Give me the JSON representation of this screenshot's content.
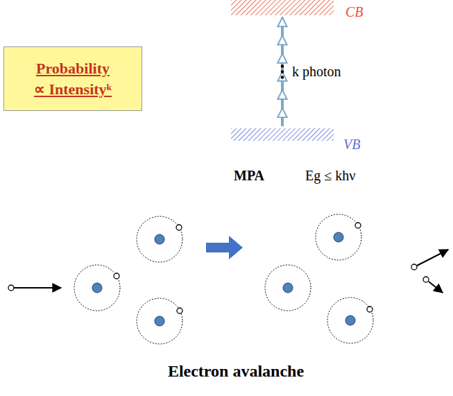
{
  "diagram": {
    "nodes": [
      {
        "text": [
          "Probability ∝ Intensityᵏ"
        ]
      },
      {
        "text": [
          "CB"
        ]
      },
      {
        "text": [
          "VB"
        ]
      }
    ],
    "edges": [
      {
        "from": 2,
        "to": 1,
        "arrow": "to",
        "label": "k photon"
      }
    ],
    "labels": [
      "MPA",
      "Eg ≤ khν",
      "Electron avalanche"
    ]
  }
}
